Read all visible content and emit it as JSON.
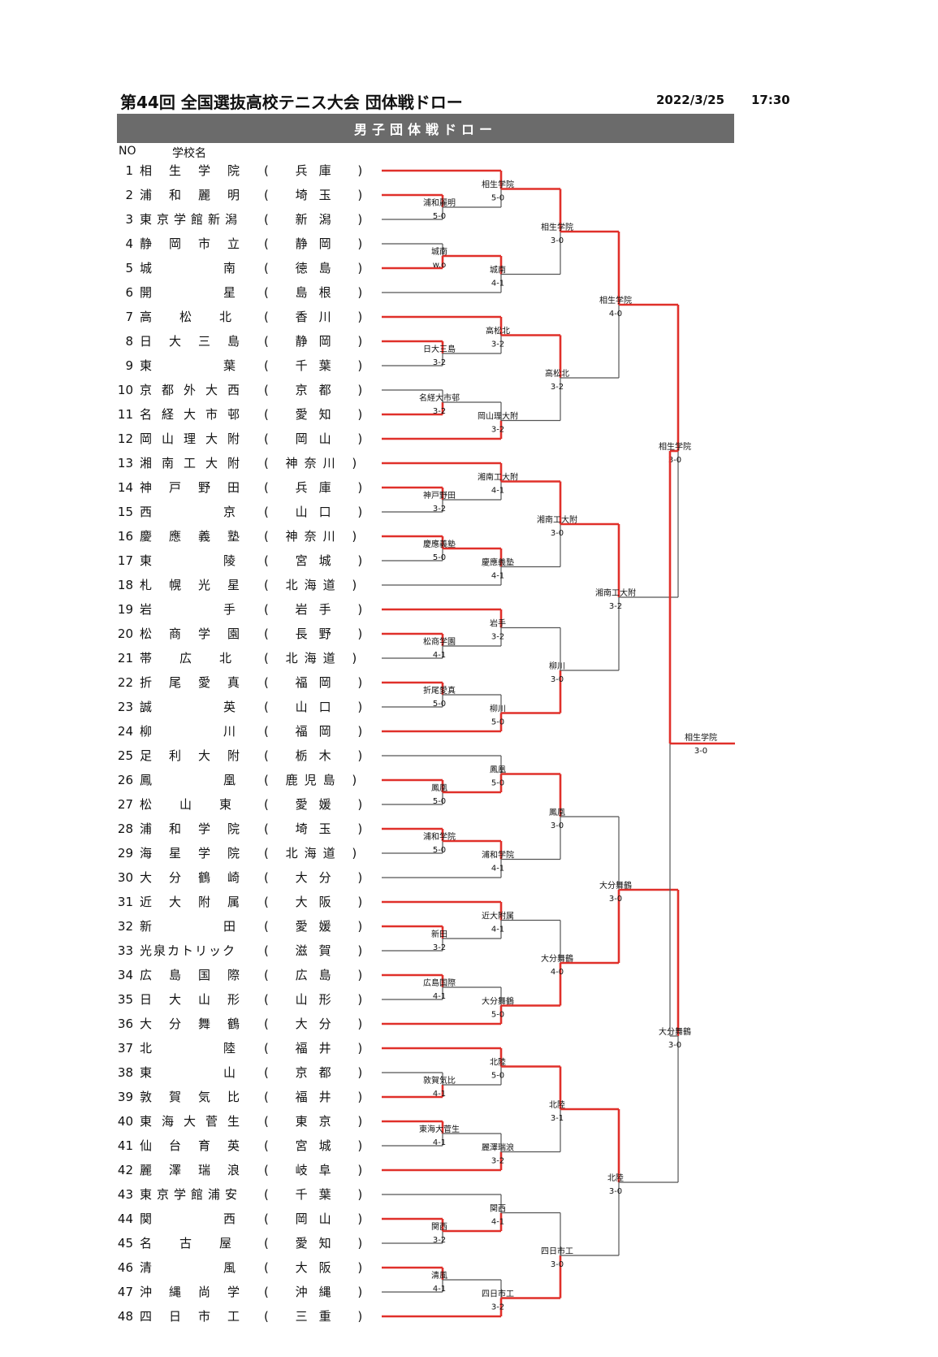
{
  "header": {
    "title": "第44回 全国選抜高校テニス大会 団体戦ドロー",
    "date": "2022/3/25",
    "time": "17:30",
    "banner": "男子団体戦ドロー",
    "col_no": "NO",
    "col_school": "学校名"
  },
  "teams": [
    {
      "no": "1",
      "school": "相生学院",
      "pref": "兵庫"
    },
    {
      "no": "2",
      "school": "浦和麗明",
      "pref": "埼玉"
    },
    {
      "no": "3",
      "school": "東京学館新潟",
      "pref": "新潟"
    },
    {
      "no": "4",
      "school": "静岡市立",
      "pref": "静岡"
    },
    {
      "no": "5",
      "school": "城南",
      "pref": "徳島"
    },
    {
      "no": "6",
      "school": "開星",
      "pref": "島根"
    },
    {
      "no": "7",
      "school": "高松北",
      "pref": "香川"
    },
    {
      "no": "8",
      "school": "日大三島",
      "pref": "静岡"
    },
    {
      "no": "9",
      "school": "東葉",
      "pref": "千葉"
    },
    {
      "no": "10",
      "school": "京都外大西",
      "pref": "京都"
    },
    {
      "no": "11",
      "school": "名経大市邨",
      "pref": "愛知"
    },
    {
      "no": "12",
      "school": "岡山理大附",
      "pref": "岡山"
    },
    {
      "no": "13",
      "school": "湘南工大附",
      "pref": "神奈川"
    },
    {
      "no": "14",
      "school": "神戸野田",
      "pref": "兵庫"
    },
    {
      "no": "15",
      "school": "西京",
      "pref": "山口"
    },
    {
      "no": "16",
      "school": "慶應義塾",
      "pref": "神奈川"
    },
    {
      "no": "17",
      "school": "東陵",
      "pref": "宮城"
    },
    {
      "no": "18",
      "school": "札幌光星",
      "pref": "北海道"
    },
    {
      "no": "19",
      "school": "岩手",
      "pref": "岩手"
    },
    {
      "no": "20",
      "school": "松商学園",
      "pref": "長野"
    },
    {
      "no": "21",
      "school": "帯広北",
      "pref": "北海道"
    },
    {
      "no": "22",
      "school": "折尾愛真",
      "pref": "福岡"
    },
    {
      "no": "23",
      "school": "誠英",
      "pref": "山口"
    },
    {
      "no": "24",
      "school": "柳川",
      "pref": "福岡"
    },
    {
      "no": "25",
      "school": "足利大附",
      "pref": "栃木"
    },
    {
      "no": "26",
      "school": "鳳凰",
      "pref": "鹿児島"
    },
    {
      "no": "27",
      "school": "松山東",
      "pref": "愛媛"
    },
    {
      "no": "28",
      "school": "浦和学院",
      "pref": "埼玉"
    },
    {
      "no": "29",
      "school": "海星学院",
      "pref": "北海道"
    },
    {
      "no": "30",
      "school": "大分鶴崎",
      "pref": "大分"
    },
    {
      "no": "31",
      "school": "近大附属",
      "pref": "大阪"
    },
    {
      "no": "32",
      "school": "新田",
      "pref": "愛媛"
    },
    {
      "no": "33",
      "school": "光泉カトリック",
      "pref": "滋賀"
    },
    {
      "no": "34",
      "school": "広島国際",
      "pref": "広島"
    },
    {
      "no": "35",
      "school": "日大山形",
      "pref": "山形"
    },
    {
      "no": "36",
      "school": "大分舞鶴",
      "pref": "大分"
    },
    {
      "no": "37",
      "school": "北陸",
      "pref": "福井"
    },
    {
      "no": "38",
      "school": "東山",
      "pref": "京都"
    },
    {
      "no": "39",
      "school": "敦賀気比",
      "pref": "福井"
    },
    {
      "no": "40",
      "school": "東海大菅生",
      "pref": "東京"
    },
    {
      "no": "41",
      "school": "仙台育英",
      "pref": "宮城"
    },
    {
      "no": "42",
      "school": "麗澤瑞浪",
      "pref": "岐阜"
    },
    {
      "no": "43",
      "school": "東京学館浦安",
      "pref": "千葉"
    },
    {
      "no": "44",
      "school": "関西",
      "pref": "岡山"
    },
    {
      "no": "45",
      "school": "名古屋",
      "pref": "愛知"
    },
    {
      "no": "46",
      "school": "清風",
      "pref": "大阪"
    },
    {
      "no": "47",
      "school": "沖縄尚学",
      "pref": "沖縄"
    },
    {
      "no": "48",
      "school": "四日市工",
      "pref": "三重"
    }
  ],
  "results": {
    "r1": [
      {
        "winner": "浦和麗明",
        "score": "5-0"
      },
      {
        "winner": "城南",
        "score": "w.o"
      },
      {
        "winner": "日大三島",
        "score": "3-2"
      },
      {
        "winner": "名経大市邨",
        "score": "3-2"
      },
      {
        "winner": "神戸野田",
        "score": "3-2"
      },
      {
        "winner": "慶應義塾",
        "score": "5-0"
      },
      {
        "winner": "松商学園",
        "score": "4-1"
      },
      {
        "winner": "折尾愛真",
        "score": "5-0"
      },
      {
        "winner": "鳳凰",
        "score": "5-0"
      },
      {
        "winner": "浦和学院",
        "score": "5-0"
      },
      {
        "winner": "新田",
        "score": "3-2"
      },
      {
        "winner": "広島国際",
        "score": "4-1"
      },
      {
        "winner": "敦賀気比",
        "score": "4-1"
      },
      {
        "winner": "東海大菅生",
        "score": "4-1"
      },
      {
        "winner": "関西",
        "score": "3-2"
      },
      {
        "winner": "清風",
        "score": "4-1"
      }
    ],
    "r2": [
      {
        "winner": "相生学院",
        "score": "5-0"
      },
      {
        "winner": "城南",
        "score": "4-1"
      },
      {
        "winner": "高松北",
        "score": "3-2"
      },
      {
        "winner": "岡山理大附",
        "score": "3-2"
      },
      {
        "winner": "湘南工大附",
        "score": "4-1"
      },
      {
        "winner": "慶應義塾",
        "score": "4-1"
      },
      {
        "winner": "岩手",
        "score": "3-2"
      },
      {
        "winner": "柳川",
        "score": "5-0"
      },
      {
        "winner": "鳳凰",
        "score": "5-0"
      },
      {
        "winner": "浦和学院",
        "score": "4-1"
      },
      {
        "winner": "近大附属",
        "score": "4-1"
      },
      {
        "winner": "大分舞鶴",
        "score": "5-0"
      },
      {
        "winner": "北陸",
        "score": "5-0"
      },
      {
        "winner": "麗澤瑞浪",
        "score": "3-2"
      },
      {
        "winner": "関西",
        "score": "4-1"
      },
      {
        "winner": "四日市工",
        "score": "3-2"
      }
    ],
    "r3": [
      {
        "winner": "相生学院",
        "score": "3-0"
      },
      {
        "winner": "高松北",
        "score": "3-2"
      },
      {
        "winner": "湘南工大附",
        "score": "3-0"
      },
      {
        "winner": "柳川",
        "score": "3-0"
      },
      {
        "winner": "鳳凰",
        "score": "3-0"
      },
      {
        "winner": "大分舞鶴",
        "score": "4-0"
      },
      {
        "winner": "北陸",
        "score": "3-1"
      },
      {
        "winner": "四日市工",
        "score": "3-0"
      }
    ],
    "qf": [
      {
        "winner": "相生学院",
        "score": "4-0"
      },
      {
        "winner": "湘南工大附",
        "score": "3-2"
      },
      {
        "winner": "大分舞鶴",
        "score": "3-0"
      },
      {
        "winner": "北陸",
        "score": "3-0"
      }
    ],
    "sf": [
      {
        "winner": "相生学院",
        "score": "3-0"
      },
      {
        "winner": "大分舞鶴",
        "score": "3-0"
      }
    ],
    "final": {
      "winner": "相生学院",
      "score": "3-0"
    }
  },
  "colors": {
    "win_line": "#e0302a",
    "lose_line": "#555555",
    "banner": "#6b6b6b"
  }
}
